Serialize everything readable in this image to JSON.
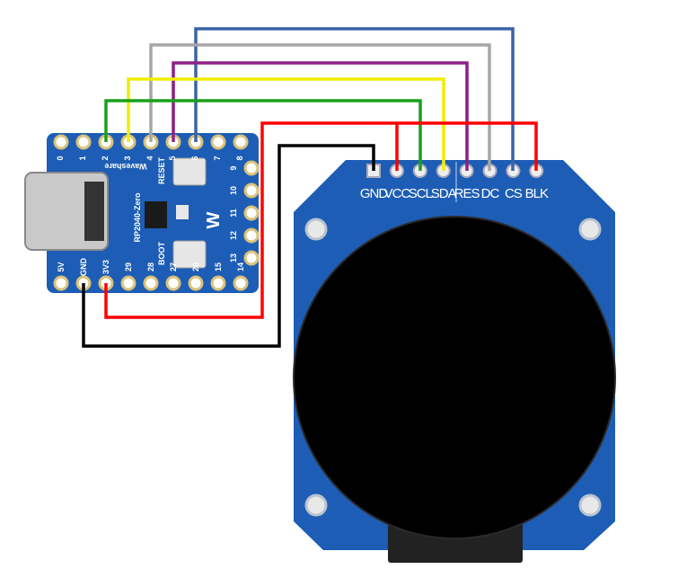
{
  "board": {
    "brand": "Waveshare",
    "model": "RP2040-Zero",
    "reset_label": "RESET",
    "boot_label": "BOOT",
    "top_pins": [
      "0",
      "1",
      "2",
      "3",
      "4",
      "5",
      "6",
      "7",
      "8"
    ],
    "right_pins": [
      "9",
      "10",
      "11",
      "12",
      "13"
    ],
    "bottom_pins": [
      "5V",
      "GND",
      "3V3",
      "29",
      "28",
      "27",
      "26",
      "15",
      "14"
    ]
  },
  "display": {
    "pins": [
      "GND",
      "VCC",
      "SCL",
      "SDA",
      "RES",
      "DC",
      "CS",
      "BLK"
    ]
  },
  "colors": {
    "board_blue": "#1d5db5",
    "wire_blue": "#3a63a8",
    "wire_gray": "#a6a6a6",
    "wire_purple": "#8e1f86",
    "wire_yellow": "#f0ee00",
    "wire_green": "#1aa01a",
    "wire_red": "#ff0000",
    "wire_black": "#000000"
  }
}
